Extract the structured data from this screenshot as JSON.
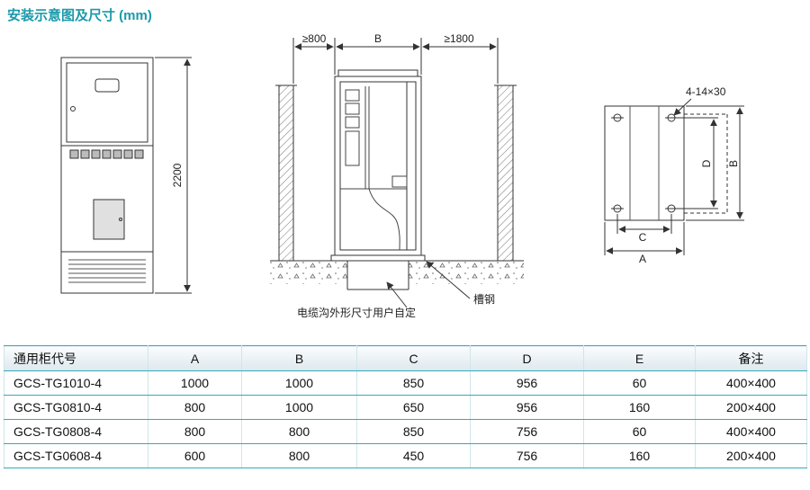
{
  "page": {
    "title": "安装示意图及尺寸 (mm)"
  },
  "colors": {
    "accent": "#1a9aab",
    "table_line": "#35a9b8"
  },
  "diagrams": {
    "front_view": {
      "height_dim": "2200"
    },
    "installation_view": {
      "left_clearance": "≥800",
      "cabinet_width": "B",
      "right_clearance": "≥1800",
      "trench_note": "电缆沟外形尺寸用户自定",
      "channel_steel_label": "槽钢"
    },
    "base_plan_view": {
      "slot_note": "4-14×30",
      "dim_a": "A",
      "dim_b": "B",
      "dim_c": "C",
      "dim_d": "D"
    }
  },
  "table": {
    "headers": [
      "通用柜代号",
      "A",
      "B",
      "C",
      "D",
      "E",
      "备注"
    ],
    "rows": [
      [
        "GCS-TG1010-4",
        "1000",
        "1000",
        "850",
        "956",
        "60",
        "400×400"
      ],
      [
        "GCS-TG0810-4",
        "800",
        "1000",
        "650",
        "956",
        "160",
        "200×400"
      ],
      [
        "GCS-TG0808-4",
        "800",
        "800",
        "850",
        "756",
        "60",
        "400×400"
      ],
      [
        "GCS-TG0608-4",
        "600",
        "800",
        "450",
        "756",
        "160",
        "200×400"
      ]
    ]
  }
}
